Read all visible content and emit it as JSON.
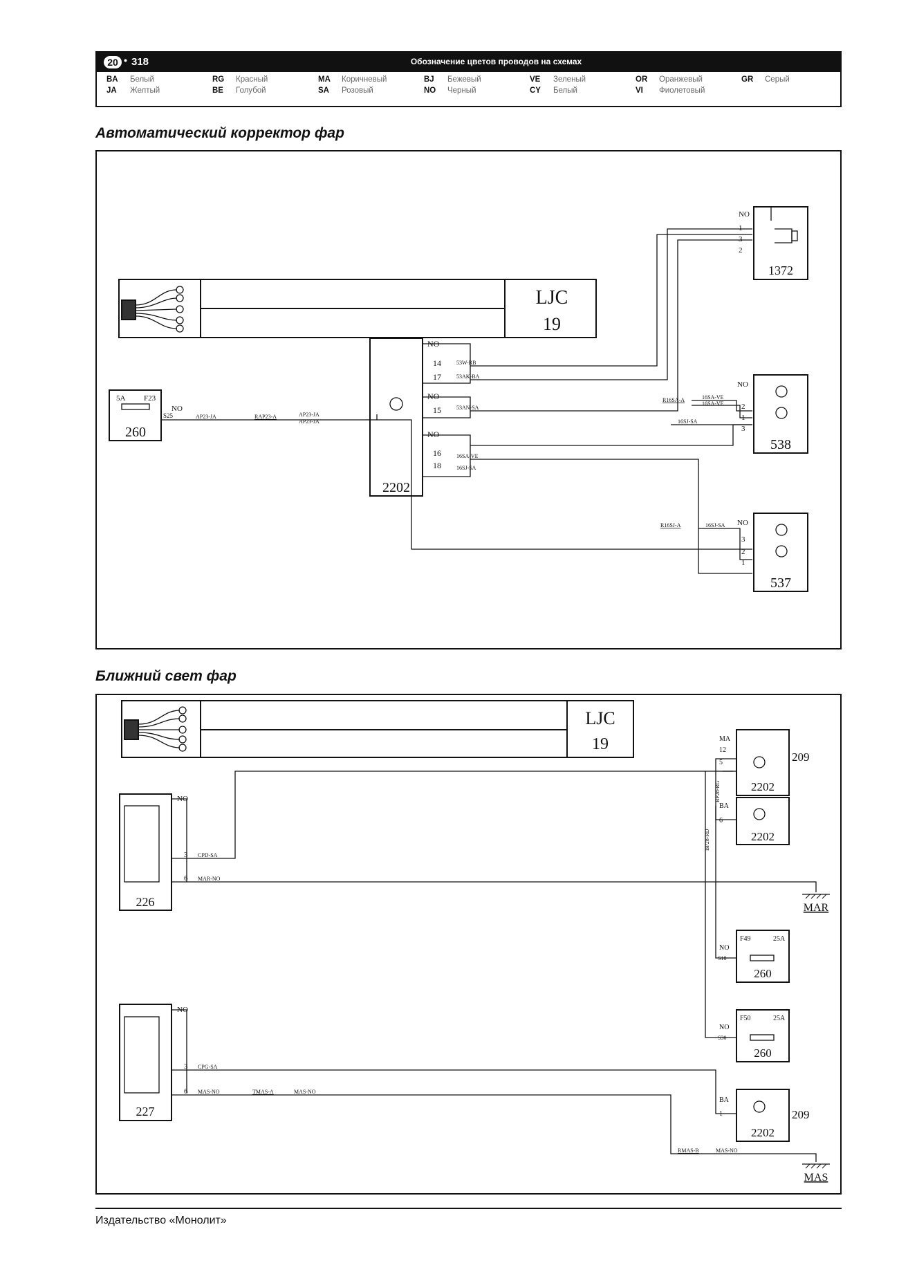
{
  "header": {
    "chapter": "20",
    "page_number": "318",
    "title": "Обозначение цветов проводов на схемах",
    "color_codes": [
      {
        "code": "BA",
        "name": "Белый"
      },
      {
        "code": "JA",
        "name": "Желтый"
      },
      {
        "code": "RG",
        "name": "Красный"
      },
      {
        "code": "BE",
        "name": "Голубой"
      },
      {
        "code": "MA",
        "name": "Коричневый"
      },
      {
        "code": "SA",
        "name": "Розовый"
      },
      {
        "code": "BJ",
        "name": "Бежевый"
      },
      {
        "code": "NO",
        "name": "Черный"
      },
      {
        "code": "VE",
        "name": "Зеленый"
      },
      {
        "code": "CY",
        "name": "Белый"
      },
      {
        "code": "OR",
        "name": "Оранжевый"
      },
      {
        "code": "VI",
        "name": "Фиолетовый"
      },
      {
        "code": "GR",
        "name": "Серый"
      }
    ]
  },
  "diagram1": {
    "title": "Автоматический корректор фар",
    "ljc": {
      "label": "LJC",
      "number": "19"
    },
    "components": {
      "c1372": {
        "id": "1372",
        "pins": [
          "NO",
          "1",
          "3",
          "2"
        ]
      },
      "c2202": {
        "id": "2202",
        "pins": [
          "NO",
          "14",
          "17",
          "NO",
          "15",
          "NO",
          "16",
          "18"
        ]
      },
      "c260": {
        "id": "260",
        "fuse": "F23",
        "rating": "5A",
        "pin_no": "NO",
        "pin": "S25"
      },
      "c538": {
        "id": "538",
        "pins": [
          "NO",
          "2",
          "1",
          "3"
        ]
      },
      "c537": {
        "id": "537",
        "pins": [
          "NO",
          "3",
          "2",
          "1"
        ]
      }
    },
    "wires": {
      "w14": "53W-RB",
      "w17": "53AK-BA",
      "w15": "53AN-SA",
      "w16": "16SA-VE",
      "w18": "16SJ-SA",
      "ap1": "AP23-JA",
      "conn_ap": "RAP23-A",
      "ap2": "AP23-JA",
      "ap3": "AP23-JA",
      "r16a": "16SA-VE",
      "r16b": "16SA-VE",
      "conn_r16": "R16SA-A",
      "r16sj": "16SJ-SA",
      "conn_r16sj": "R16SJ-A",
      "r16sj2": "16SJ-SA"
    }
  },
  "diagram2": {
    "title": "Ближний свет фар",
    "ljc": {
      "label": "LJC",
      "number": "19"
    },
    "components": {
      "c226": {
        "id": "226",
        "pin_no": "NO",
        "pins": [
          "3",
          "6"
        ]
      },
      "c227": {
        "id": "227",
        "pin_no": "NO",
        "pins": [
          "3",
          "6"
        ]
      },
      "c2202a": {
        "id": "2202",
        "group": "MA",
        "pins": [
          "12",
          "5"
        ],
        "ref": "209"
      },
      "c2202b": {
        "id": "2202",
        "group": "BA",
        "pins": [
          "6"
        ]
      },
      "c2202c": {
        "id": "2202",
        "group": "BA",
        "pins": [
          "1"
        ],
        "ref": "209"
      },
      "fuse_f49": {
        "id": "260",
        "fuse": "F49",
        "rating": "25A",
        "pin_no": "NO",
        "pin": "S18"
      },
      "fuse_f50": {
        "id": "260",
        "fuse": "F50",
        "rating": "25A",
        "pin_no": "NO",
        "pin": "S30"
      },
      "ground_mar": "MAR",
      "ground_mas": "MAS"
    },
    "wires": {
      "w226_3": "CPD-SA",
      "w226_6": "MAR-NO",
      "w227_3": "CPG-SA",
      "w227_6a": "MAS-NO",
      "conn_227": "TMAS-A",
      "w227_6b": "MAS-NO",
      "conn_mas": "RMAS-B",
      "w_mas": "MAS-NO",
      "v1": "BP28-RG",
      "v2": "BP28-RD"
    }
  },
  "footer": {
    "publisher": "Издательство «Монолит»"
  }
}
